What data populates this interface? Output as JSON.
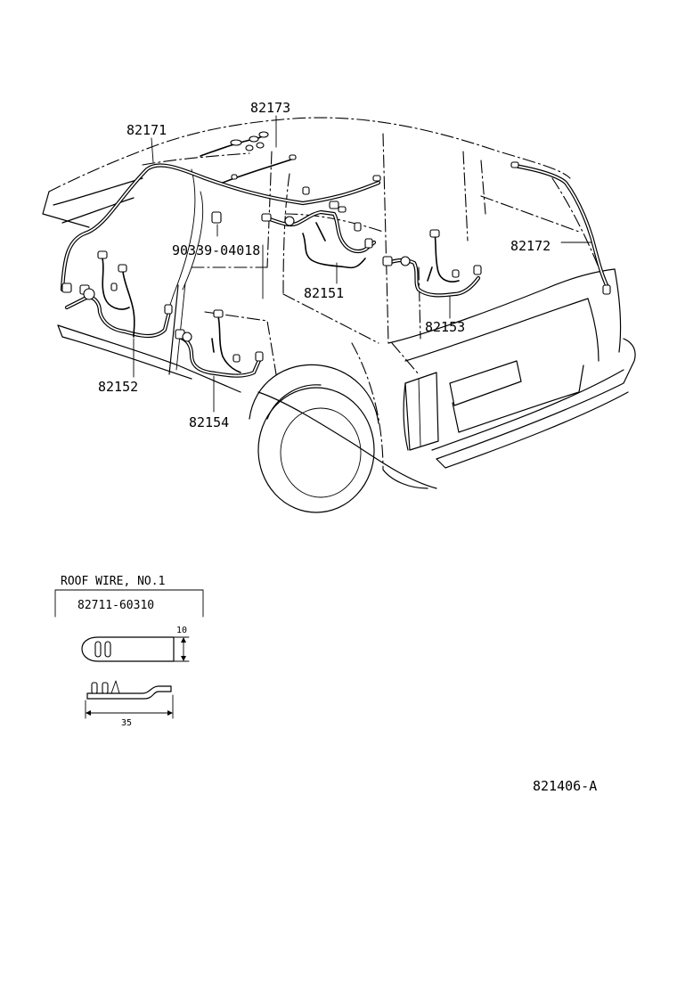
{
  "diagram": {
    "part_labels": {
      "p82173": "82173",
      "p82171": "82171",
      "p82172": "82172",
      "p90339": "90339-04018",
      "p82151": "82151",
      "p82153": "82153",
      "p82152": "82152",
      "p82154": "82154"
    },
    "inset": {
      "title": "ROOF WIRE, NO.1",
      "part_number": "82711-60310",
      "dim_height": "10",
      "dim_width": "35"
    },
    "figure_id": "821406-A"
  }
}
